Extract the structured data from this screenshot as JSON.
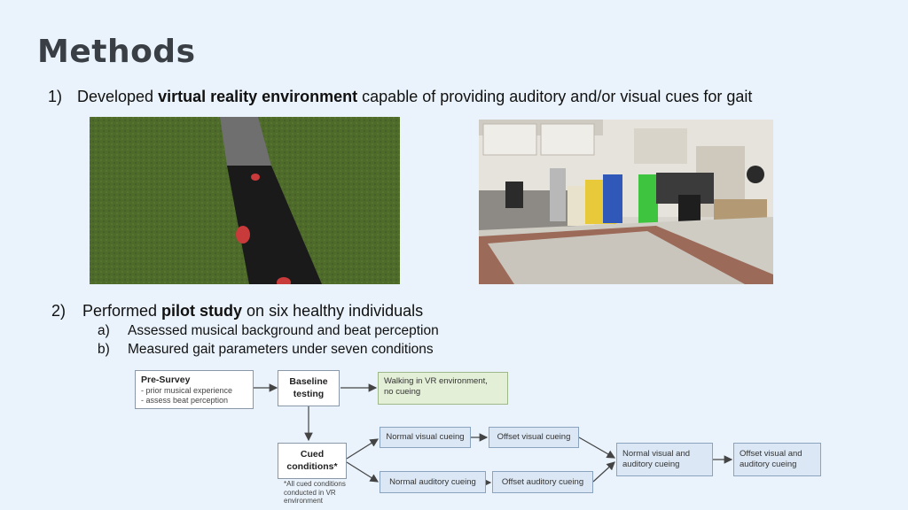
{
  "title": "Methods",
  "item1": {
    "number": "1)",
    "prefix": "Developed ",
    "bold": "virtual reality environment",
    "suffix": " capable of providing auditory and/or visual cues for gait"
  },
  "item2": {
    "number": "2)",
    "prefix": "Performed ",
    "bold": "pilot study",
    "suffix": " on six healthy individuals",
    "subitems": [
      {
        "number": "a)",
        "text": "Assessed musical background and beat perception"
      },
      {
        "number": "b)",
        "text": "Measured gait parameters under seven conditions"
      }
    ]
  },
  "flowchart": {
    "presurvey": {
      "title": "Pre-Survey",
      "lines": [
        "- prior musical experience",
        "- assess beat perception"
      ]
    },
    "baseline": [
      "Baseline",
      "testing"
    ],
    "baseline_condition": [
      "Walking in VR environment,",
      "no cueing"
    ],
    "cued": [
      "Cued",
      "conditions*"
    ],
    "normal_visual": "Normal visual cueing",
    "offset_visual": "Offset visual cueing",
    "normal_auditory": "Normal auditory cueing",
    "offset_auditory": "Offset auditory cueing",
    "normal_both": [
      "Normal visual and",
      "auditory cueing"
    ],
    "offset_both": [
      "Offset visual and",
      "auditory cueing"
    ],
    "note": [
      "*All cued conditions",
      "conducted in VR",
      "environment"
    ]
  },
  "colors": {
    "background": "#eaf3fb",
    "title": "#3a3e45",
    "box_blue": "#dbe7f4",
    "box_green": "#e3efd6"
  }
}
